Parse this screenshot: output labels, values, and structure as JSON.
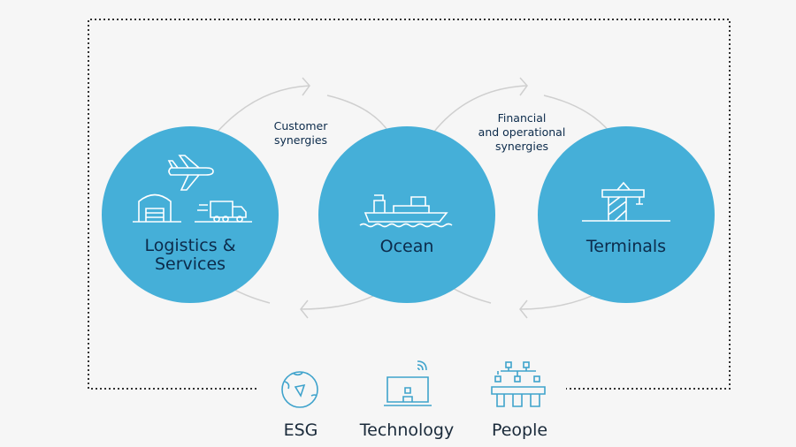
{
  "segments": [
    {
      "label_lines": [
        "Logistics &",
        "Services"
      ],
      "icon": "airplane-warehouse-truck-icon"
    },
    {
      "label_lines": [
        "Ocean"
      ],
      "icon": "container-ship-icon"
    },
    {
      "label_lines": [
        "Terminals"
      ],
      "icon": "crane-icon"
    }
  ],
  "synergies": [
    {
      "lines": [
        "Customer",
        "synergies"
      ]
    },
    {
      "lines": [
        "Financial",
        "and operational",
        "synergies"
      ]
    }
  ],
  "enablers": [
    {
      "label": "ESG",
      "icon": "globe-icon"
    },
    {
      "label": "Technology",
      "icon": "laptop-wifi-icon"
    },
    {
      "label": "People",
      "icon": "people-network-icon"
    }
  ],
  "colors": {
    "circle": "#45afd8",
    "text": "#0c2b4b",
    "icon": "#3fa3cc",
    "arc": "#c8c8c8"
  }
}
